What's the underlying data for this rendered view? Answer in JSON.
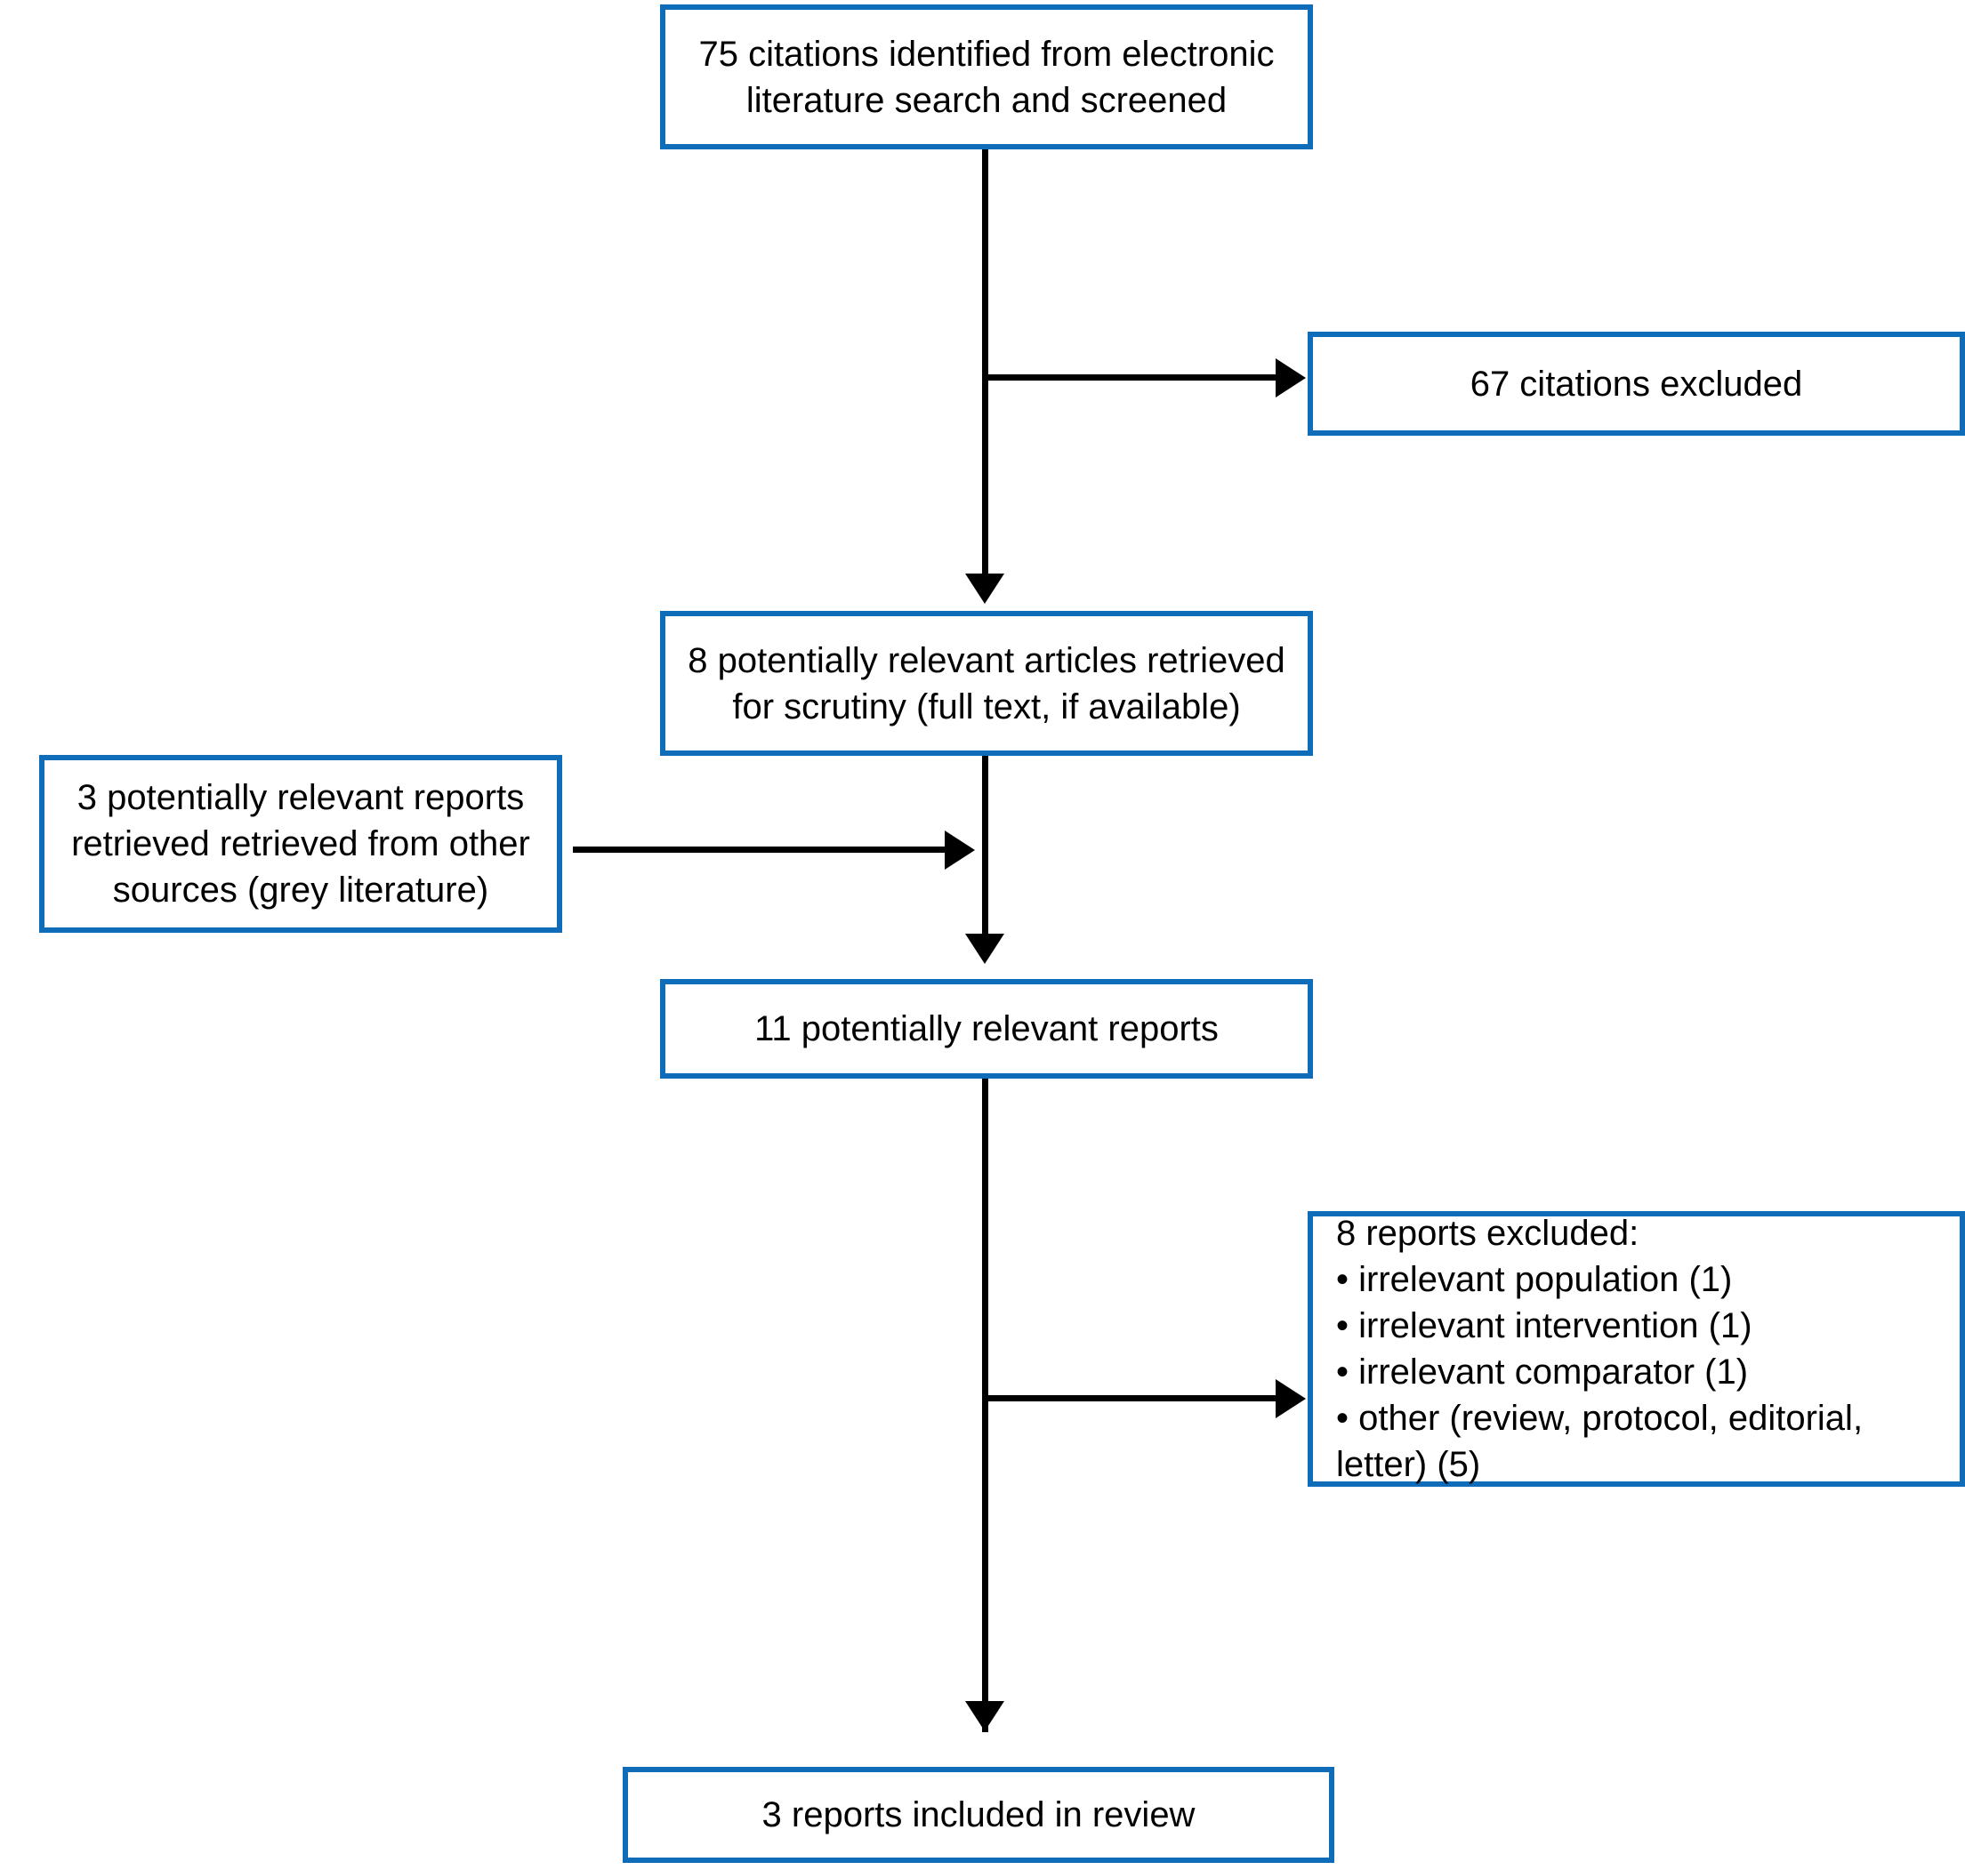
{
  "diagram": {
    "type": "prisma-study-selection-flow",
    "accent_color": "#0F6CB8",
    "line_color": "#000000",
    "background_color": "#FFFFFF",
    "nodes": {
      "identified": {
        "label": "75 citations identified from electronic\nliterature search and screened",
        "count": 75
      },
      "excluded_citations": {
        "label": "67 citations excluded",
        "count": 67
      },
      "retrieved": {
        "label": "8 potentially relevant articles retrieved\nfor scrutiny (full text, if available)",
        "count": 8
      },
      "grey_literature": {
        "label": "3 potentially relevant reports\nretrieved retrieved from other\nsources (grey literature)",
        "count": 3
      },
      "relevant_reports": {
        "label": "11 potentially relevant reports",
        "count": 11
      },
      "excluded_reports": {
        "label": "8 reports excluded:\n• irrelevant population (1)\n• irrelevant intervention (1)\n• irrelevant comparator (1)\n• other (review, protocol, editorial,\n  letter) (5)",
        "count": 8,
        "heading": "8 reports excluded:",
        "reasons": [
          {
            "text": "irrelevant population",
            "count": 1
          },
          {
            "text": "irrelevant intervention",
            "count": 1
          },
          {
            "text": "irrelevant comparator",
            "count": 1
          },
          {
            "text": "other (review, protocol, editorial, letter)",
            "count": 5
          }
        ]
      },
      "included": {
        "label": "3 reports included in review",
        "count": 3
      }
    },
    "edges": [
      {
        "from": "identified",
        "to": "retrieved",
        "direction": "down"
      },
      {
        "from": "identified",
        "to": "excluded_citations",
        "direction": "right"
      },
      {
        "from": "retrieved",
        "to": "relevant_reports",
        "direction": "down"
      },
      {
        "from": "grey_literature",
        "to": "relevant_reports",
        "direction": "right"
      },
      {
        "from": "relevant_reports",
        "to": "included",
        "direction": "down"
      },
      {
        "from": "relevant_reports",
        "to": "excluded_reports",
        "direction": "right"
      }
    ]
  }
}
